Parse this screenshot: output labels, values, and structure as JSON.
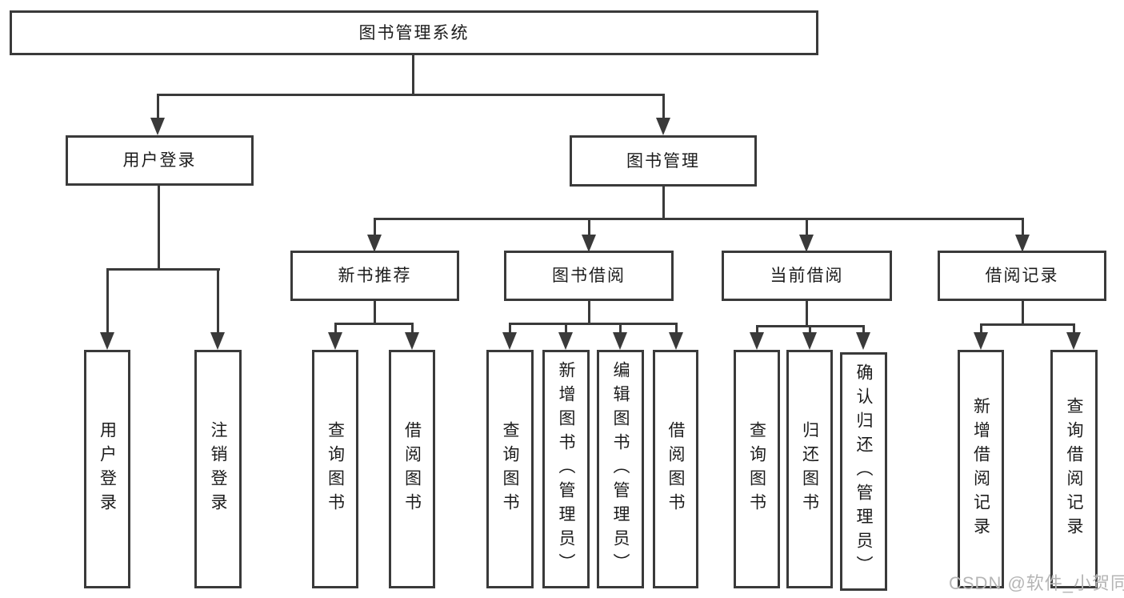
{
  "nodes": {
    "root": "图书管理系统",
    "l2": {
      "user_login": "用户登录",
      "book_mgmt": "图书管理"
    },
    "l3": {
      "new_book_rec": "新书推荐",
      "book_borrow": "图书借阅",
      "current_borrow": "当前借阅",
      "borrow_record": "借阅记录"
    },
    "leaves": {
      "user_login": "用户登录",
      "logout": "注销登录",
      "query_book_rec": "查询图书",
      "borrow_book_rec": "借阅图书",
      "query_book_borrow": "查询图书",
      "add_book_admin": "新增图书（管理员）",
      "edit_book_admin": "编辑图书（管理员）",
      "borrow_book_borrow": "借阅图书",
      "query_book_current": "查询图书",
      "return_book": "归还图书",
      "confirm_return_admin": "确认归还（管理员）",
      "add_borrow_record": "新增借阅记录",
      "query_borrow_record": "查询借阅记录"
    }
  },
  "watermark": "CSDN @软件_小贺同学",
  "colors": {
    "line": "#3a3a3a",
    "text": "#1c1c1c",
    "watermark": "#b5b5b5",
    "background": "#ffffff"
  }
}
